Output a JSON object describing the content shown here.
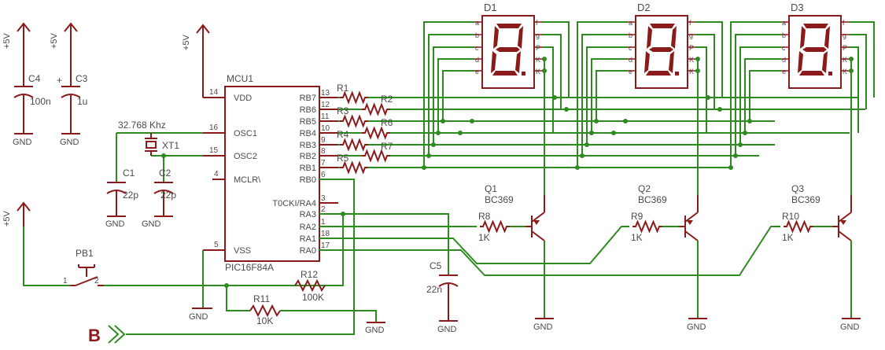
{
  "power": {
    "vcc": "+5V",
    "gnd": "GND"
  },
  "capacitors": {
    "c4": {
      "name": "C4",
      "value": "100n"
    },
    "c3": {
      "name": "C3",
      "value": "1u",
      "polarity": "+"
    },
    "c1": {
      "name": "C1",
      "value": "22p"
    },
    "c2": {
      "name": "C2",
      "value": "22p"
    },
    "c5": {
      "name": "C5",
      "value": "22n"
    }
  },
  "crystal": {
    "name": "XT1",
    "freq": "32.768 Khz"
  },
  "mcu": {
    "name": "MCU1",
    "part": "PIC16F84A",
    "left_pins": [
      {
        "num": "14",
        "label": "VDD"
      },
      {
        "num": "16",
        "label": "OSC1"
      },
      {
        "num": "15",
        "label": "OSC2"
      },
      {
        "num": "4",
        "label": "MCLR\\"
      },
      {
        "num": "5",
        "label": "VSS"
      }
    ],
    "right_pins": [
      {
        "num": "13",
        "label": "RB7"
      },
      {
        "num": "12",
        "label": "RB6"
      },
      {
        "num": "11",
        "label": "RB5"
      },
      {
        "num": "10",
        "label": "RB4"
      },
      {
        "num": "9",
        "label": "RB3"
      },
      {
        "num": "8",
        "label": "RB2"
      },
      {
        "num": "7",
        "label": "RB1"
      },
      {
        "num": "6",
        "label": "RB0"
      },
      {
        "num": "3",
        "label": "T0CKI/RA4"
      },
      {
        "num": "2",
        "label": "RA3"
      },
      {
        "num": "1",
        "label": "RA2"
      },
      {
        "num": "18",
        "label": "RA1"
      },
      {
        "num": "17",
        "label": "RA0"
      }
    ]
  },
  "resistors": {
    "r1": "R1",
    "r2": "R2",
    "r3": "R3",
    "r4": "R4",
    "r5": "R5",
    "r6": "R6",
    "r7": "R7",
    "r8": {
      "name": "R8",
      "value": "1K"
    },
    "r9": {
      "name": "R9",
      "value": "1K"
    },
    "r10": {
      "name": "R10",
      "value": "1K"
    },
    "r11": {
      "name": "R11",
      "value": "10K"
    },
    "r12": {
      "name": "R12",
      "value": "100K"
    }
  },
  "transistors": [
    {
      "name": "Q1",
      "part": "BC369"
    },
    {
      "name": "Q2",
      "part": "BC369"
    },
    {
      "name": "Q3",
      "part": "BC369"
    }
  ],
  "displays": [
    {
      "name": "D1"
    },
    {
      "name": "D2"
    },
    {
      "name": "D3"
    }
  ],
  "display_pins": {
    "left": [
      "a",
      "b",
      "c",
      "d",
      "e"
    ],
    "right": [
      "f",
      "g",
      "P",
      "K",
      "K"
    ]
  },
  "pushbutton": {
    "name": "PB1",
    "pin1": "1",
    "pin2": "2"
  },
  "connector": {
    "label": "B"
  }
}
